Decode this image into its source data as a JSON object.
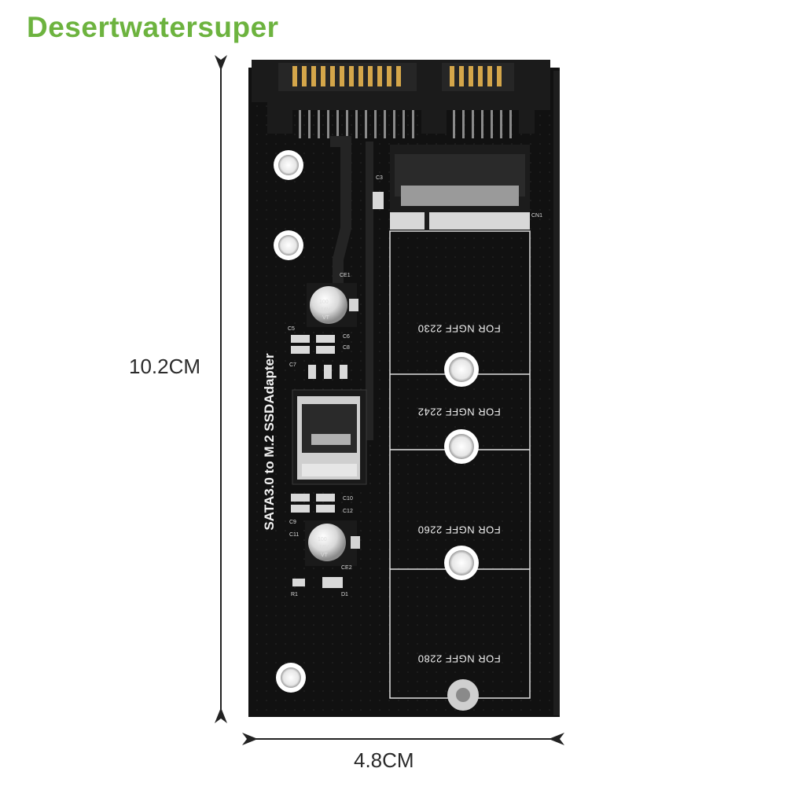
{
  "brand": {
    "name": "Desertwatersuper",
    "color": "#6db33f"
  },
  "dimensions": {
    "height": "10.2CM",
    "width": "4.8CM"
  },
  "board": {
    "title": "SATA3.0 to M.2 SSDAdapter",
    "slot_labels": [
      "FOR NGFF 2230",
      "FOR NGFF 2242",
      "FOR NGFF 2260",
      "FOR NGFF 2280"
    ],
    "silkscreen": {
      "ce1": "CE1",
      "ce2": "CE2",
      "c3": "C3",
      "cn1": "CN1",
      "c5": "C5",
      "c6": "C6",
      "c7": "C7",
      "c8": "C8",
      "c9": "C9",
      "c10": "C10",
      "c11": "C11",
      "c12": "C12",
      "r1": "R1",
      "d1": "D1",
      "cap_value_1": "100",
      "cap_value_2": "16V",
      "cap_value_3": "VT"
    },
    "colors": {
      "pcb": "#111111",
      "gold": "#d4a64a",
      "connector": "#1b1b1b"
    }
  }
}
